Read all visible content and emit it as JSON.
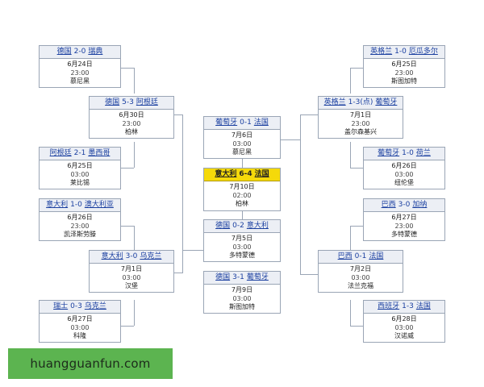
{
  "left": {
    "r16": [
      {
        "home": "德国",
        "score": "2-0",
        "away": "瑞典",
        "date": "6月24日",
        "time": "23:00",
        "venue": "慕尼黑"
      },
      {
        "home": "阿根廷",
        "score": "2-1",
        "away": "墨西哥",
        "date": "6月25日",
        "time": "03:00",
        "venue": "莱比锡"
      },
      {
        "home": "意大利",
        "score": "1-0",
        "away": "澳大利亚",
        "date": "6月26日",
        "time": "23:00",
        "venue": "凯泽斯劳滕"
      },
      {
        "home": "瑞士",
        "score": "0-3",
        "away": "乌克兰",
        "date": "6月27日",
        "time": "03:00",
        "venue": "科隆"
      }
    ],
    "qf": [
      {
        "home": "德国",
        "score": "5-3",
        "away": "阿根廷",
        "date": "6月30日",
        "time": "23:00",
        "venue": "柏林"
      },
      {
        "home": "意大利",
        "score": "3-0",
        "away": "乌克兰",
        "date": "7月1日",
        "time": "03:00",
        "venue": "汉堡"
      }
    ]
  },
  "right": {
    "r16": [
      {
        "home": "英格兰",
        "score": "1-0",
        "away": "厄瓜多尔",
        "date": "6月25日",
        "time": "23:00",
        "venue": "斯图加特"
      },
      {
        "home": "葡萄牙",
        "score": "1-0",
        "away": "荷兰",
        "date": "6月26日",
        "time": "03:00",
        "venue": "纽伦堡"
      },
      {
        "home": "巴西",
        "score": "3-0",
        "away": "加纳",
        "date": "6月27日",
        "time": "23:00",
        "venue": "多特蒙德"
      },
      {
        "home": "西班牙",
        "score": "1-3",
        "away": "法国",
        "date": "6月28日",
        "time": "03:00",
        "venue": "汉诺威"
      }
    ],
    "qf": [
      {
        "home": "英格兰",
        "score": "1-3(点)",
        "away": "葡萄牙",
        "date": "7月1日",
        "time": "23:00",
        "venue": "盖尔森基兴"
      },
      {
        "home": "巴西",
        "score": "0-1",
        "away": "法国",
        "date": "7月2日",
        "time": "03:00",
        "venue": "法兰克福"
      }
    ]
  },
  "center": {
    "sf_right": {
      "home": "葡萄牙",
      "score": "0-1",
      "away": "法国",
      "date": "7月6日",
      "time": "03:00",
      "venue": "慕尼黑"
    },
    "final": {
      "home": "意大利",
      "score": "6-4",
      "away": "法国",
      "date": "7月10日",
      "time": "02:00",
      "venue": "柏林"
    },
    "sf_left": {
      "home": "德国",
      "score": "0-2",
      "away": "意大利",
      "date": "7月5日",
      "time": "03:00",
      "venue": "多特蒙德"
    },
    "third_place": {
      "home": "德国",
      "score": "3-1",
      "away": "葡萄牙",
      "date": "7月9日",
      "time": "03:00",
      "venue": "斯图加特"
    }
  },
  "banner": {
    "text": "huangguanfun.com"
  },
  "colors": {
    "border": "#9aa5b5",
    "header_bg": "#eceff5",
    "link": "#1a3fa0",
    "final_header": "#f5d90a",
    "banner_bg": "#5cb450"
  }
}
